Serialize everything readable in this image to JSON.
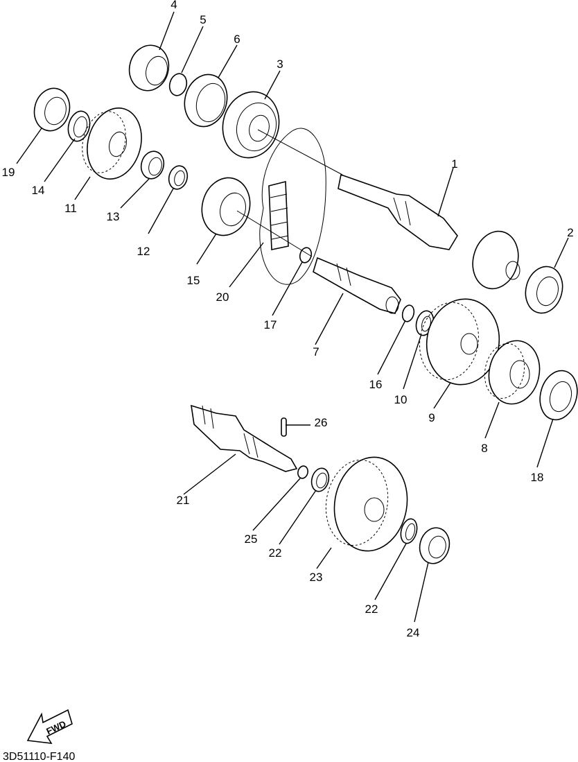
{
  "callouts": [
    {
      "id": "1",
      "text": "1"
    },
    {
      "id": "2",
      "text": "2"
    },
    {
      "id": "3",
      "text": "3"
    },
    {
      "id": "4",
      "text": "4"
    },
    {
      "id": "5",
      "text": "5"
    },
    {
      "id": "6",
      "text": "6"
    },
    {
      "id": "7",
      "text": "7"
    },
    {
      "id": "8",
      "text": "8"
    },
    {
      "id": "9",
      "text": "9"
    },
    {
      "id": "10",
      "text": "10"
    },
    {
      "id": "11",
      "text": "11"
    },
    {
      "id": "12",
      "text": "12"
    },
    {
      "id": "13",
      "text": "13"
    },
    {
      "id": "14",
      "text": "14"
    },
    {
      "id": "15",
      "text": "15"
    },
    {
      "id": "16",
      "text": "16"
    },
    {
      "id": "17",
      "text": "17"
    },
    {
      "id": "18",
      "text": "18"
    },
    {
      "id": "19",
      "text": "19"
    },
    {
      "id": "20",
      "text": "20"
    },
    {
      "id": "21",
      "text": "21"
    },
    {
      "id": "22a",
      "text": "22"
    },
    {
      "id": "22b",
      "text": "22"
    },
    {
      "id": "23",
      "text": "23"
    },
    {
      "id": "24",
      "text": "24"
    },
    {
      "id": "25",
      "text": "25"
    },
    {
      "id": "26",
      "text": "26"
    }
  ],
  "fwd_badge": {
    "text": "FWD"
  },
  "diagram_code": "3D51110-F140"
}
